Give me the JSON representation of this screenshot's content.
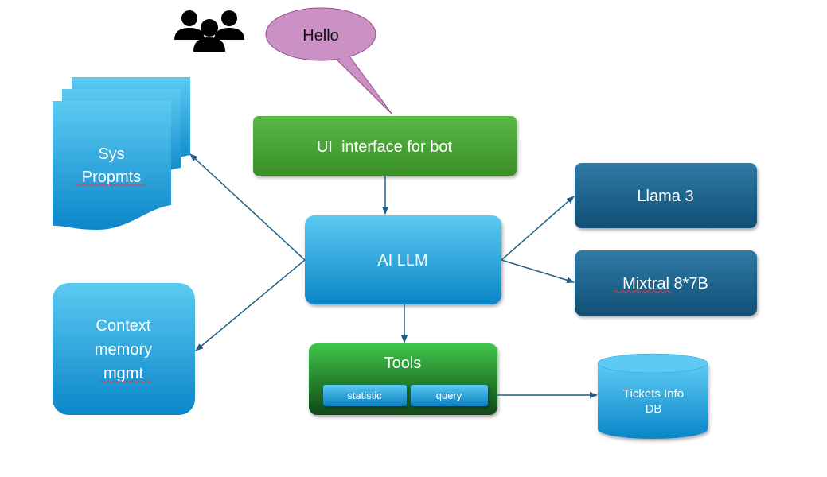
{
  "speech_bubble": {
    "text": "Hello"
  },
  "ui_box": {
    "label": "UI  interface for bot"
  },
  "sys_prompts": {
    "line1": "Sys",
    "line2": "Propmts"
  },
  "llm_box": {
    "label": "AI LLM"
  },
  "context_box": {
    "line1": "Context",
    "line2": "memory",
    "line3": "mgmt"
  },
  "models": [
    {
      "label": "Llama 3"
    },
    {
      "label": "Mixtral",
      "label_suffix": " 8*7B"
    }
  ],
  "tools_box": {
    "label": "Tools",
    "buttons": [
      {
        "label": "statistic"
      },
      {
        "label": "query"
      }
    ]
  },
  "database": {
    "line1": "Tickets Info",
    "line2": "DB"
  },
  "colors": {
    "blue_light": "#5ccaf2",
    "blue_dark": "#0b86c8",
    "navy_light": "#2f7ba6",
    "navy_dark": "#114f74",
    "green_light": "#4caf3a",
    "green_dark": "#3a8f28",
    "tools_green_top": "#3fc24a",
    "tools_green_bottom": "#14501a",
    "bubble_fill": "#cc91c4",
    "bubble_stroke": "#9b4b90",
    "arrow": "#1f5f86",
    "spellcheck": "#e23b3b"
  }
}
